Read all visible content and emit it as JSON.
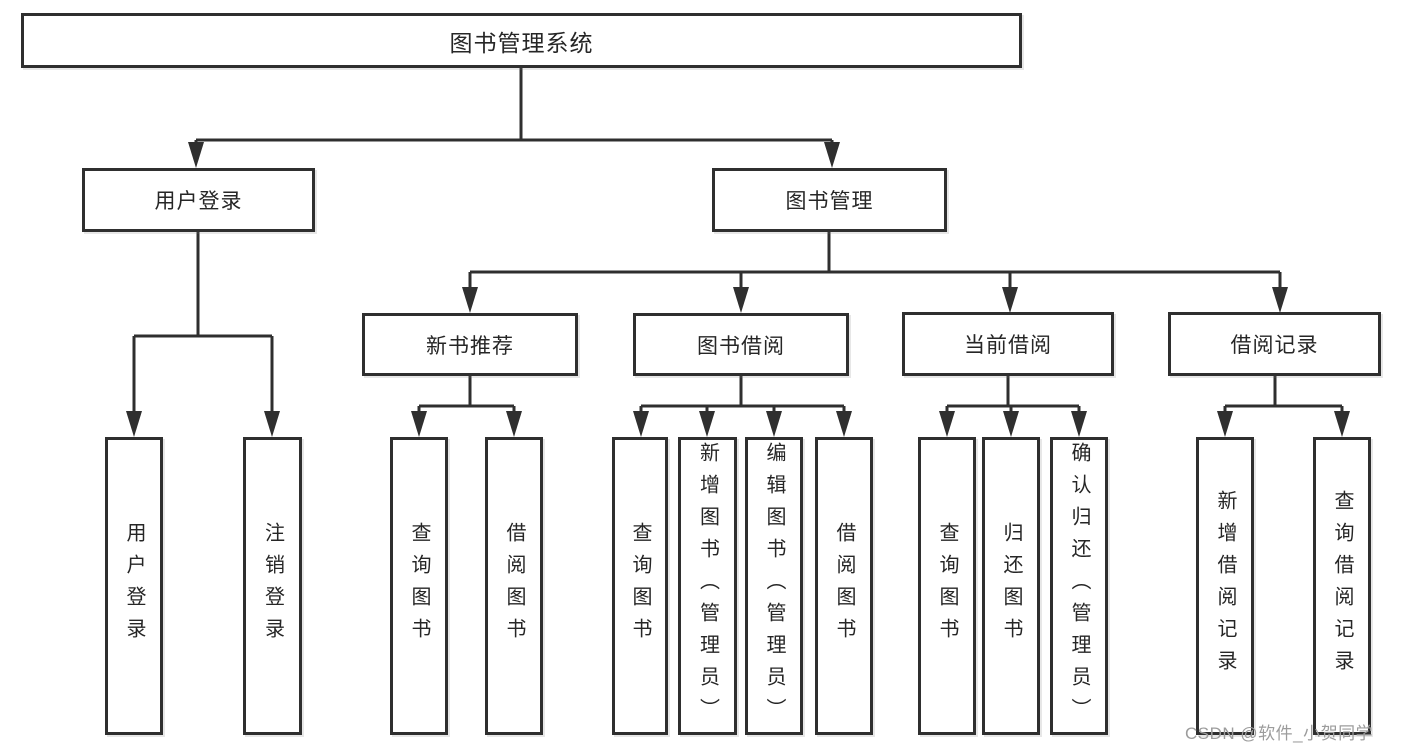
{
  "title": "图书管理系统",
  "watermark": "CSDN @软件_小贺同学",
  "colors": {
    "line": "#2f2f2f",
    "box_border": "#2f2f2f",
    "text": "#262626",
    "watermark": "#9c9c9c",
    "background": "#ffffff"
  },
  "nodes": {
    "root": {
      "label": "图书管理系统"
    },
    "l2": [
      {
        "label": "用户登录",
        "parent": "图书管理系统"
      },
      {
        "label": "图书管理",
        "parent": "图书管理系统"
      }
    ],
    "l3": [
      {
        "label": "新书推荐",
        "parent": "图书管理"
      },
      {
        "label": "图书借阅",
        "parent": "图书管理"
      },
      {
        "label": "当前借阅",
        "parent": "图书管理"
      },
      {
        "label": "借阅记录",
        "parent": "图书管理"
      }
    ],
    "leaves": [
      {
        "label": "用户登录",
        "parent": "用户登录"
      },
      {
        "label": "注销登录",
        "parent": "用户登录"
      },
      {
        "label": "查询图书",
        "parent": "新书推荐"
      },
      {
        "label": "借阅图书",
        "parent": "新书推荐"
      },
      {
        "label": "查询图书",
        "parent": "图书借阅"
      },
      {
        "label": "新增图书（管理员）",
        "parent": "图书借阅"
      },
      {
        "label": "编辑图书（管理员）",
        "parent": "图书借阅"
      },
      {
        "label": "借阅图书",
        "parent": "图书借阅"
      },
      {
        "label": "查询图书",
        "parent": "当前借阅"
      },
      {
        "label": "归还图书",
        "parent": "当前借阅"
      },
      {
        "label": "确认归还（管理员）",
        "parent": "当前借阅"
      },
      {
        "label": "新增借阅记录",
        "parent": "借阅记录"
      },
      {
        "label": "查询借阅记录",
        "parent": "借阅记录"
      }
    ]
  }
}
